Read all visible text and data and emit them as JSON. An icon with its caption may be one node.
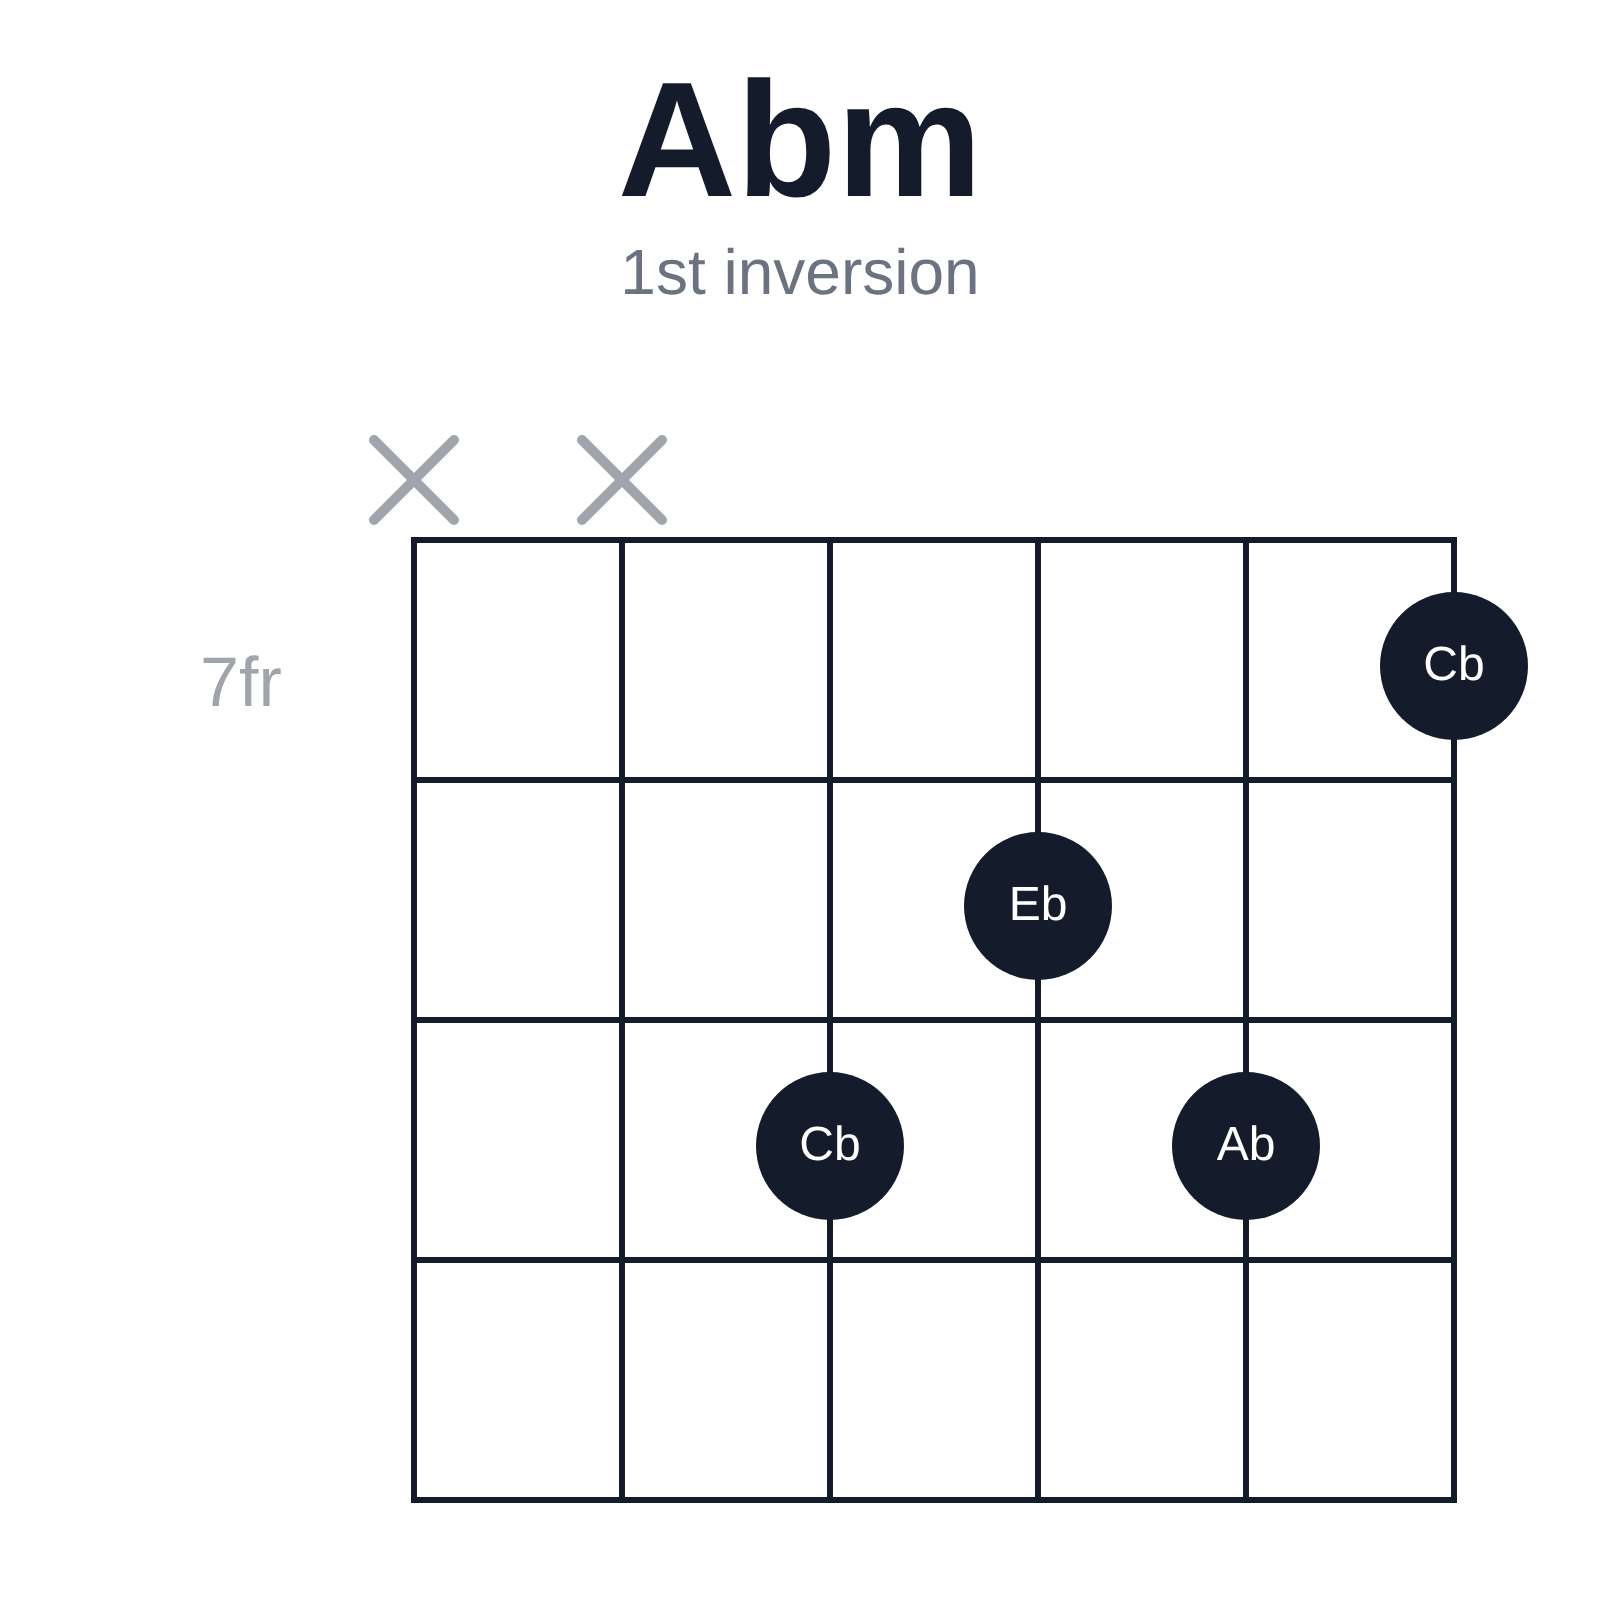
{
  "diagram": {
    "title": "Abm",
    "caption": "1st inversion",
    "nodes": [
      {
        "text": [
          "Cb"
        ]
      },
      {
        "text": [
          "Eb"
        ]
      },
      {
        "text": [
          "Cb"
        ]
      },
      {
        "text": [
          "Ab"
        ]
      }
    ],
    "labels": [
      "7fr"
    ]
  }
}
